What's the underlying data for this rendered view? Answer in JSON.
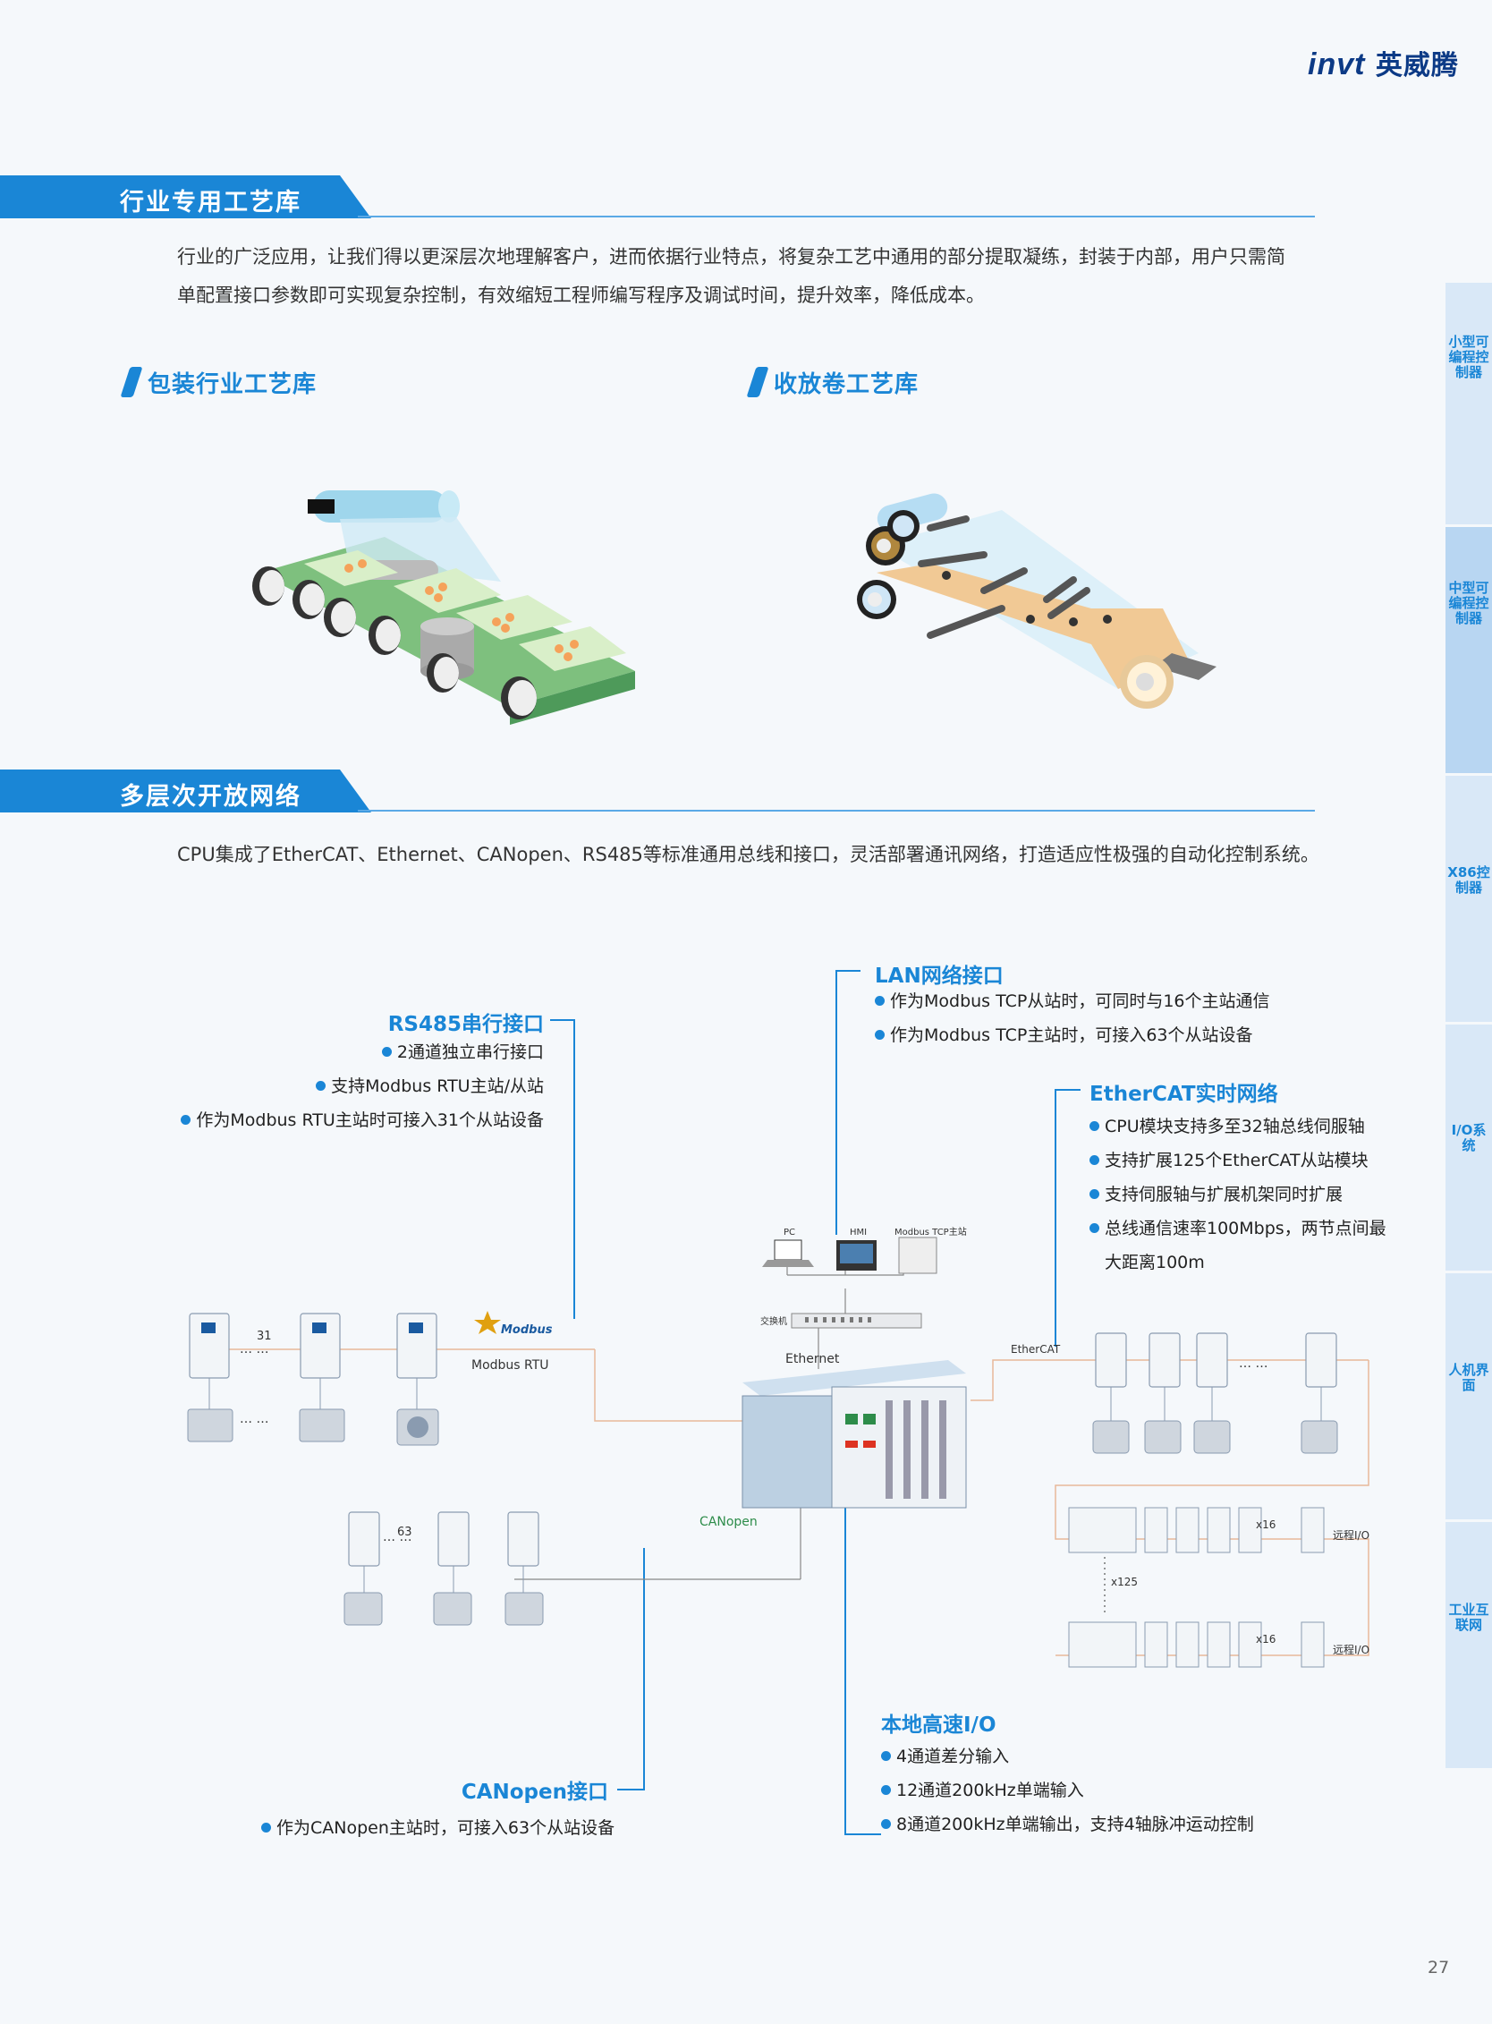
{
  "header": {
    "logo_latin": "invt",
    "logo_cn": "英威腾"
  },
  "section1": {
    "title": "行业专用工艺库",
    "para_line1": "行业的广泛应用，让我们得以更深层次地理解客户，进而依据行业特点，将复杂工艺中通用的部分提取凝练，封装于内部，用户只需简",
    "para_line2": "单配置接口参数即可实现复杂控制，有效缩短工程师编写程序及调试时间，提升效率，降低成本。",
    "sub_left": "包装行业工艺库",
    "sub_right": "收放卷工艺库"
  },
  "section2": {
    "title": "多层次开放网络",
    "para": "CPU集成了EtherCAT、Ethernet、CANopen、RS485等标准通用总线和接口，灵活部署通讯网络，打造适应性极强的自动化控制系统。"
  },
  "rs485": {
    "label": "RS485串行接口",
    "bullets": [
      "2通道独立串行接口",
      "支持Modbus RTU主站/从站",
      "作为Modbus RTU主站时可接入31个从站设备"
    ]
  },
  "lan": {
    "label": "LAN网络接口",
    "bullets": [
      "作为Modbus  TCP从站时，可同时与16个主站通信",
      "作为Modbus TCP主站时，可接入63个从站设备"
    ]
  },
  "ethercat": {
    "label": "EtherCAT实时网络",
    "bullets": [
      "CPU模块支持多至32轴总线伺服轴",
      "支持扩展125个EtherCAT从站模块",
      "支持伺服轴与扩展机架同时扩展",
      "总线通信速率100Mbps，两节点间最"
    ],
    "bullet4_cont": "大距离100m"
  },
  "highspeed": {
    "label": "本地高速I/O",
    "bullets": [
      "4通道差分输入",
      "12通道200kHz单端输入",
      "8通道200kHz单端输出，支持4轴脉冲运动控制"
    ]
  },
  "canopen": {
    "label": "CANopen接口",
    "bullets": [
      "作为CANopen主站时，可接入63个从站设备"
    ]
  },
  "diagram": {
    "pc": "PC",
    "hmi": "HMI",
    "tcp_slave": "Modbus TCP主站",
    "switch": "交换机",
    "ethernet": "Ethernet",
    "canopen": "CANopen",
    "modbus_rtu": "Modbus RTU",
    "modbus_logo": "Modbus",
    "ethercat_logo": "EtherCAT",
    "n31": "31",
    "n63": "63",
    "x16a": "x16",
    "x16b": "x16",
    "x125": "x125",
    "remote_io_a": "远程I/O",
    "remote_io_b": "远程I/O",
    "dots": "…  …"
  },
  "sidebar": [
    "小型可编程控制器",
    "中型可编程控制器",
    "X86控制器",
    "I/O系统",
    "人机界面",
    "工业互联网"
  ],
  "page_number": "27"
}
